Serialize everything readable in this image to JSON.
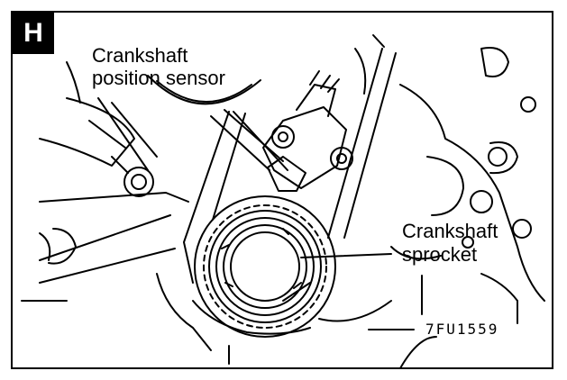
{
  "figure": {
    "panel_letter": "H",
    "labels": {
      "sensor_line1": "Crankshaft",
      "sensor_line2": "position sensor",
      "sprocket_line1": "Crankshaft",
      "sprocket_line2": "sprocket"
    },
    "figure_code": "7FU1559"
  }
}
